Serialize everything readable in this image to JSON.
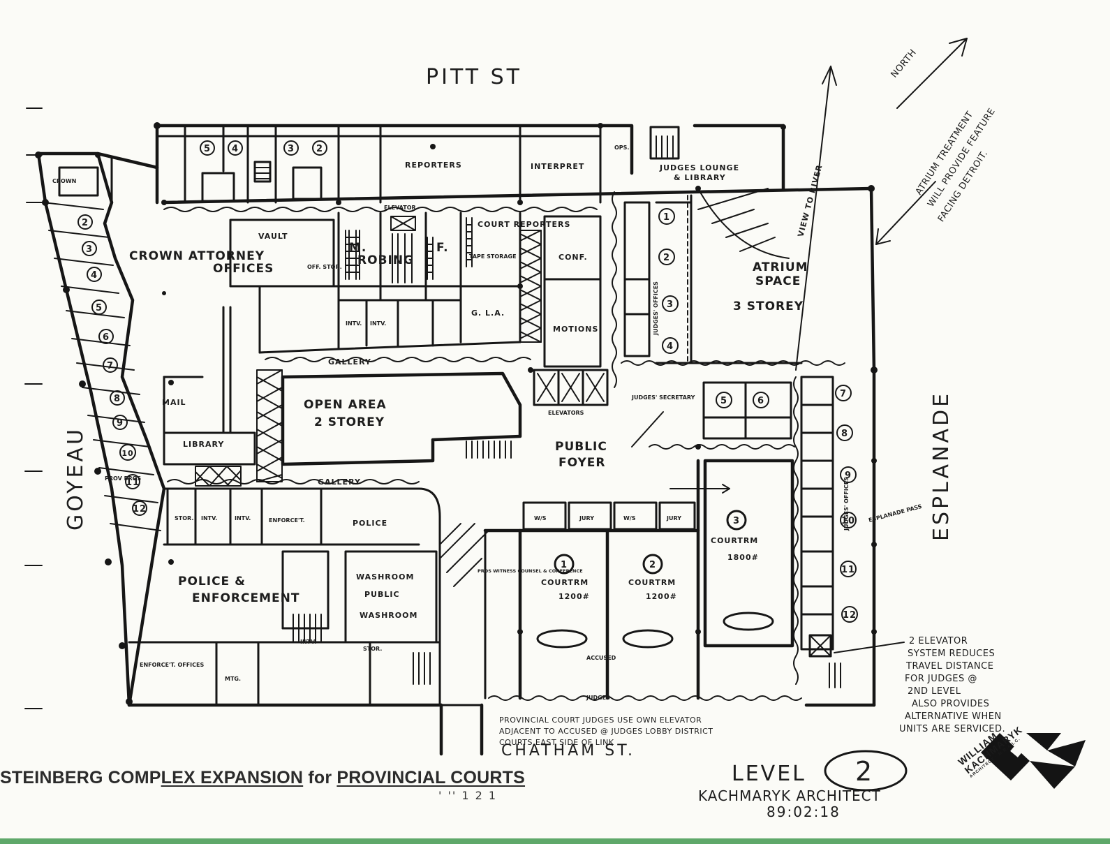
{
  "streets": {
    "north": "PITT ST",
    "west": "GOYEAU",
    "east": "ESPLANADE",
    "south": "CHATHAM ST."
  },
  "rooms": {
    "crown": "CROWN ATTORNEY",
    "offices": "OFFICES",
    "vault": "VAULT",
    "off_stor": "OFF. STOR.",
    "m": "M.",
    "robing": "ROBING",
    "f": "F.",
    "tape": "TAPE STORAGE",
    "court_reporters": "COURT REPORTERS",
    "reporters": "REPORTERS",
    "interpret": "INTERPRET",
    "judges_lounge": "JUDGES LOUNGE",
    "and_library": "& LIBRARY",
    "conf": "CONF.",
    "motions": "MOTIONS",
    "gallery_top": "GALLERY",
    "gallery_bottom": "GALLERY",
    "open_area": "OPEN AREA",
    "two_storey": "2 STOREY",
    "mail": "MAIL",
    "library": "LIBRARY",
    "public": "PUBLIC",
    "foyer": "FOYER",
    "elevators": "ELEVATORS",
    "judges_secretary": "JUDGES' SECRETARY",
    "elevator": "ELEVATOR",
    "atrium": "ATRIUM",
    "space": "SPACE",
    "three_storey": "3 STOREY",
    "view_to_river": "VIEW TO RIVER",
    "police_and": "POLICE &",
    "enforcement": "ENFORCEMENT",
    "police": "POLICE",
    "enforcet": "ENFORCE'T.",
    "enforcet_offices": "ENFORCE'T. OFFICES",
    "washroom": "WASHROOM",
    "public_wc": "PUBLIC",
    "mtg": "MTG.",
    "intv": "INTV.",
    "stor": "STOR.",
    "prov_pros": "PROV PROS",
    "pros_witness": "PROS WITNESS COUNSEL & CONFERENCE",
    "courtrm": "COURTRM",
    "area_1200": "1200#",
    "area_1800": "1800#",
    "ws": "W/S",
    "jury": "JURY",
    "judges": "JUDGES",
    "accused": "ACCUSED",
    "esplanade_pass": "ESPLANADE PASS",
    "ops": "OPS.",
    "crown_label": "CROWN",
    "judges_offices": "JUDGES' OFFICES",
    "gal": "G. L.A."
  },
  "notes": {
    "atrium_treatment": [
      "ATRIUM TREATMENT",
      "WILL PROVIDE FEATURE",
      "FACING DETROIT."
    ],
    "north": "NORTH",
    "elevator_system": [
      "2 ELEVATOR",
      "SYSTEM REDUCES",
      "TRAVEL DISTANCE",
      "FOR JUDGES @",
      "2ND LEVEL",
      "ALSO PROVIDES",
      "ALTERNATIVE WHEN",
      "UNITS ARE SERVICED."
    ],
    "provincial": [
      "PROVINCIAL COURT JUDGES USE OWN ELEVATOR",
      "ADJACENT TO ACCUSED @ JUDGES LOBBY DISTRICT",
      "COURTS EAST SIDE OF LINK"
    ]
  },
  "judges_numbers": [
    "1",
    "2",
    "3",
    "4",
    "5",
    "6",
    "7",
    "8",
    "9",
    "10",
    "11",
    "12"
  ],
  "courtroom_numbers": [
    "1",
    "2",
    "3"
  ],
  "crown_numbers": [
    "2",
    "3",
    "4",
    "5",
    "6",
    "7",
    "8",
    "9",
    "10",
    "11",
    "12"
  ],
  "top_numbers": [
    "5",
    "4",
    "3",
    "2"
  ],
  "level": {
    "label": "LEVEL",
    "number": "2",
    "architect": "KACHMARYK ARCHITECT",
    "date": "89:02:18"
  },
  "title": {
    "pre": "STEINBERG COMP",
    "underlined_a": "LEX EXPANSION",
    "mid": " for ",
    "underlined_b": "PROVINCIAL COURTS",
    "page_mark": "' '' 1 2 1"
  },
  "logo": {
    "line1": "WILLIAM",
    "line2": "KACHMARYK",
    "line3": "ARCHITECT · M.R.A.I.C."
  }
}
